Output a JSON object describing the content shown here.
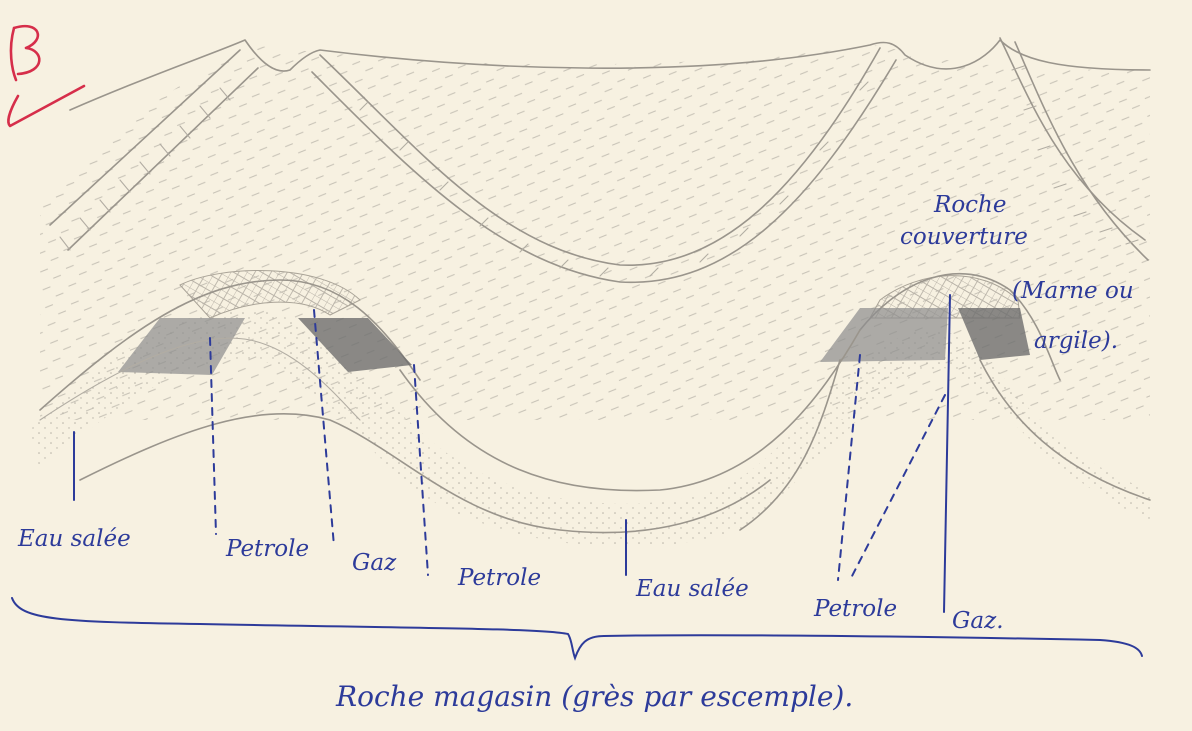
{
  "corner_mark": "B",
  "labels": {
    "eau_salee_left": "Eau salée",
    "petrole_1": "Petrole",
    "gaz_1": "Gaz",
    "petrole_2": "Petrole",
    "eau_salee_center": "Eau salée",
    "petrole_3": "Petrole",
    "gaz_2": "Gaz.",
    "roche_couverture_line1": "Roche",
    "roche_couverture_line2": "couverture",
    "roche_couverture_note_line1": "(Marne ou",
    "roche_couverture_note_line2": "argile).",
    "roche_magasin": "Roche magasin (grès par escemple)."
  },
  "colors": {
    "paper": "#f7f1e1",
    "pencil": "#9a958c",
    "ink_blue": "#2d3b9a",
    "ink_red": "#d62e4a",
    "shade": "#8f8f8f"
  }
}
